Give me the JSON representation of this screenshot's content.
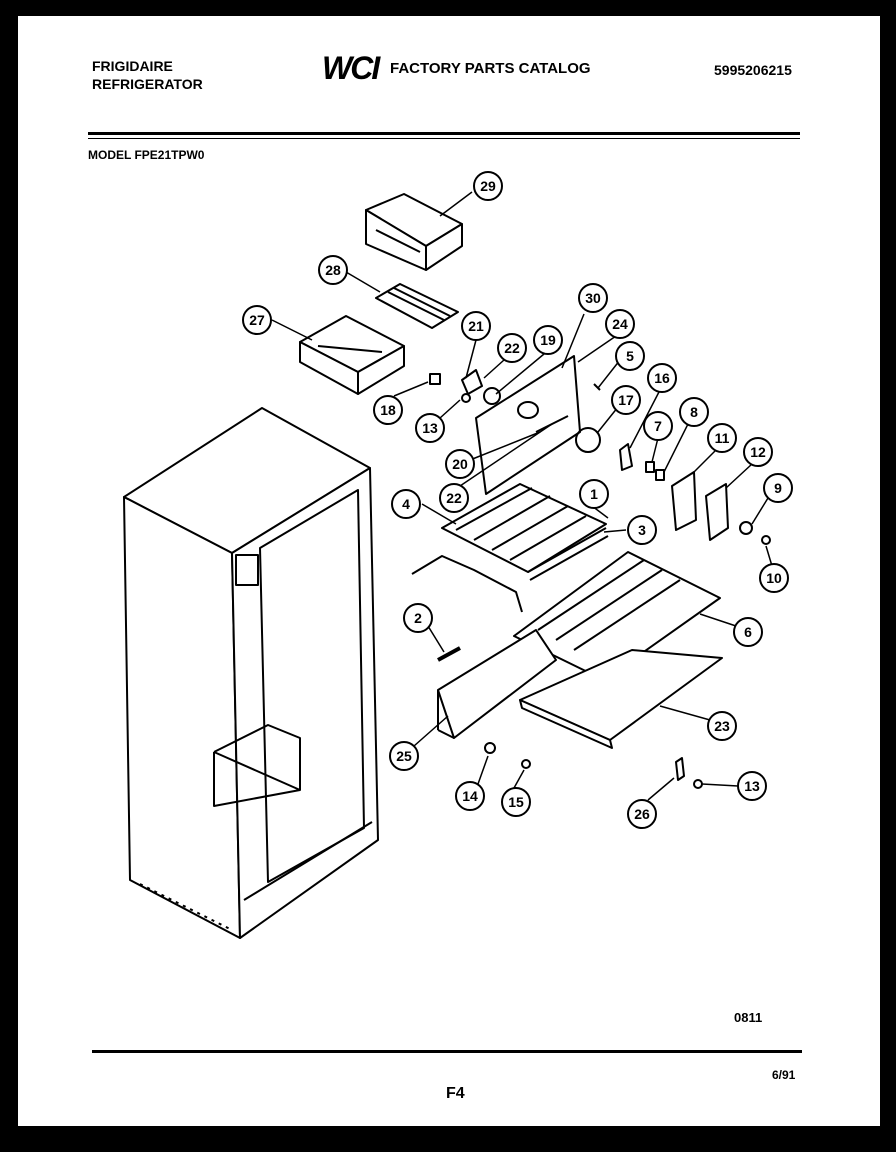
{
  "header": {
    "brand_line1": "FRIGIDAIRE",
    "brand_line2": "REFRIGERATOR",
    "logo_text": "WCI",
    "catalog_title": "FACTORY PARTS CATALOG",
    "catalog_number": "5995206215",
    "model": "MODEL FPE21TPW0"
  },
  "footer": {
    "figure_code": "0811",
    "page_label": "F4",
    "date": "6/91"
  },
  "callouts": [
    "29",
    "28",
    "27",
    "30",
    "21",
    "24",
    "22",
    "19",
    "5",
    "18",
    "13",
    "16",
    "17",
    "7",
    "8",
    "11",
    "12",
    "20",
    "22",
    "1",
    "4",
    "9",
    "3",
    "10",
    "2",
    "6",
    "25",
    "23",
    "14",
    "15",
    "26",
    "13"
  ]
}
